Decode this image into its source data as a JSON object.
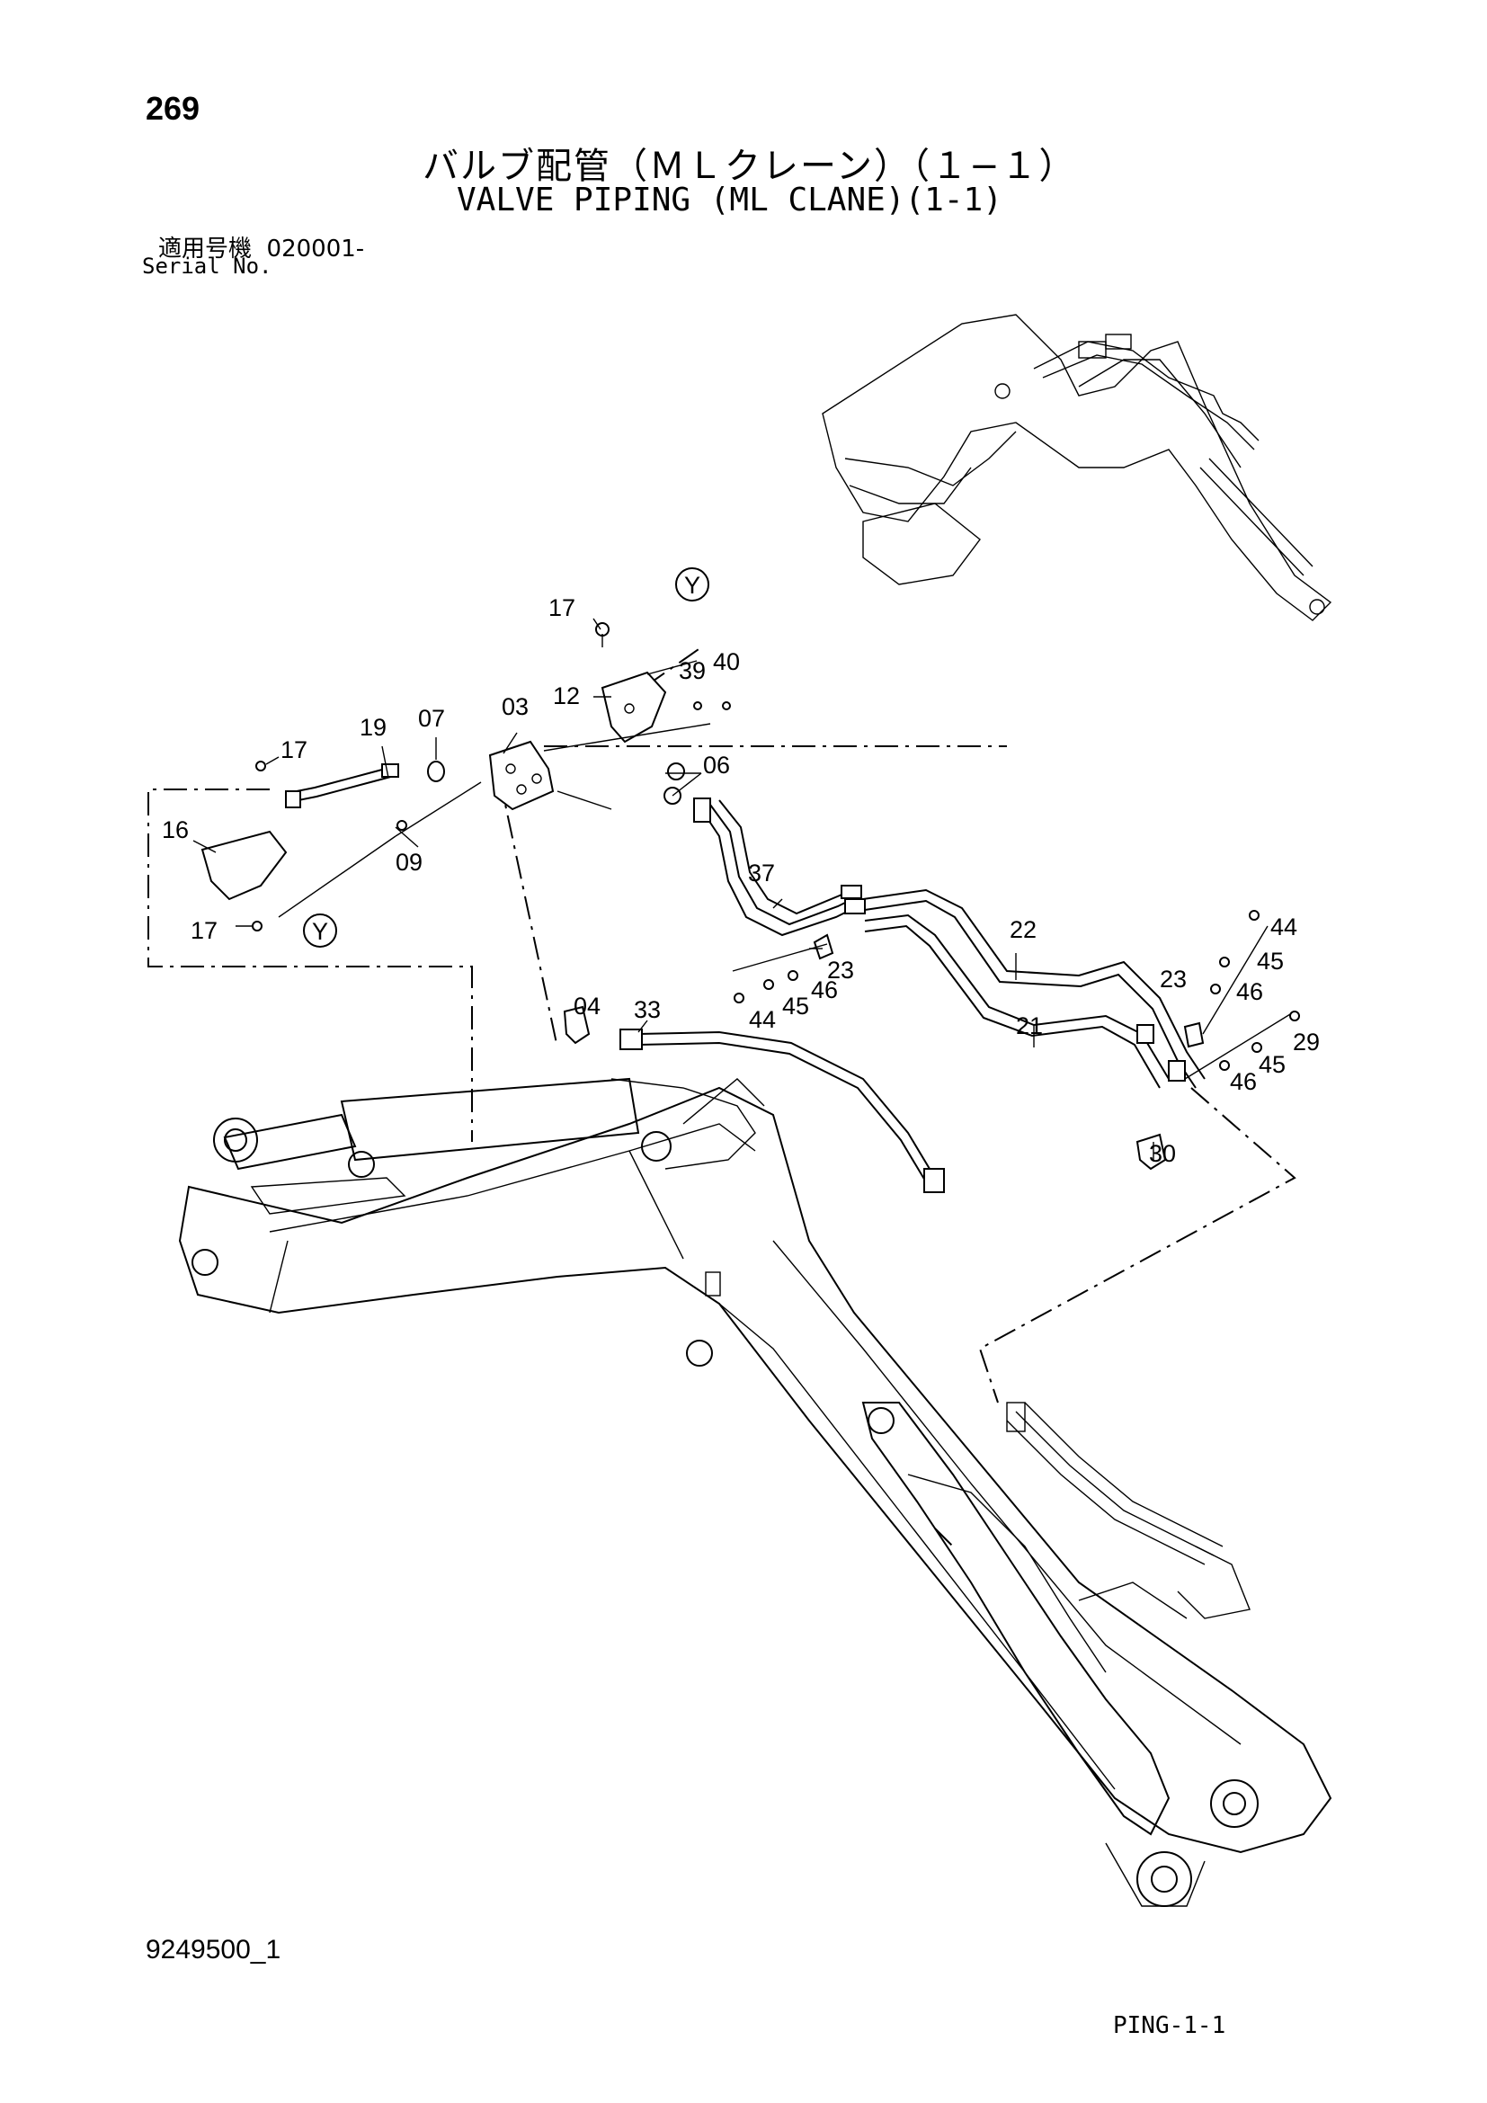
{
  "header": {
    "page_number": "269",
    "title_jp": "バルブ配管（ＭＬクレーン）（１−１）",
    "title_en": "VALVE PIPING (ML CLANE)(1-1)",
    "serial_label_jp": "適用号機",
    "serial_value": "020001-",
    "serial_label_en": "Serial No."
  },
  "footer": {
    "drawing_number": "9249500_1",
    "sheet_code": "PING-1-1"
  },
  "callouts": {
    "c03": "03",
    "c04": "04",
    "c06": "06",
    "c07": "07",
    "c09": "09",
    "c12": "12",
    "c16": "16",
    "c17a": "17",
    "c17b": "17",
    "c17c": "17",
    "c19": "19",
    "c21": "21",
    "c22": "22",
    "c23a": "23",
    "c23b": "23",
    "c29": "29",
    "c30": "30",
    "c33": "33",
    "c37": "37",
    "c39": "39",
    "c40": "40",
    "c44a": "44",
    "c44b": "44",
    "c45a": "45",
    "c45b": "45",
    "c45c": "45",
    "c46a": "46",
    "c46b": "46",
    "c46c": "46",
    "view_y1": "Y",
    "view_y2": "Y"
  },
  "icons": [
    "view-marker-y-icon"
  ]
}
